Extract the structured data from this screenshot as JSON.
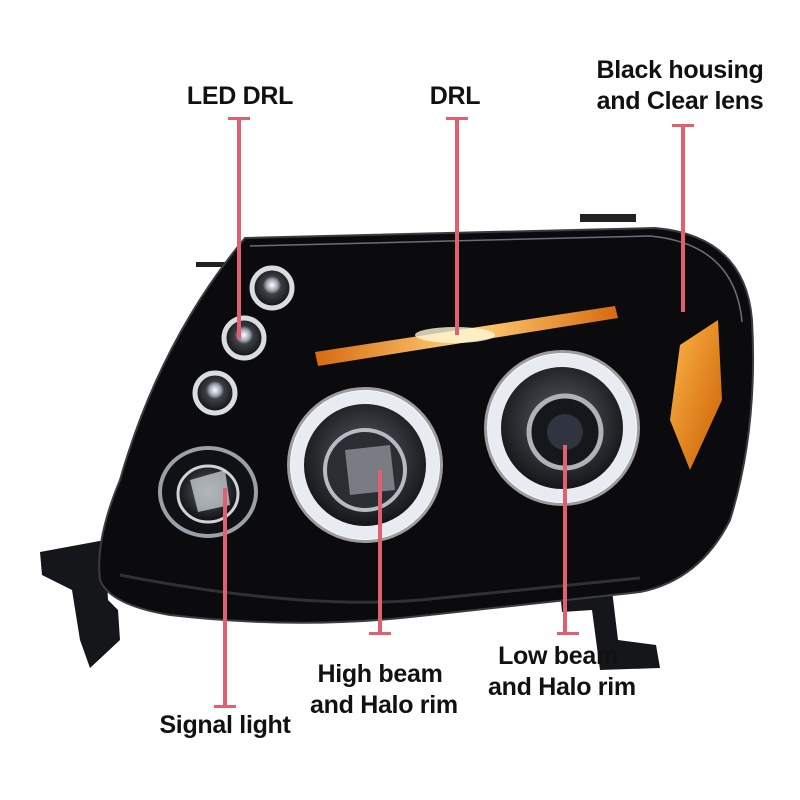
{
  "labels": {
    "led_drl": "LED DRL",
    "drl": "DRL",
    "black_housing": [
      "Black housing",
      "and Clear lens"
    ],
    "signal_light": "Signal light",
    "high_beam": [
      "High beam",
      "and Halo rim"
    ],
    "low_beam": [
      "Low beam",
      "and Halo rim"
    ]
  },
  "colors": {
    "callout": "#e0606f",
    "housing": "#0b0b0d",
    "amber": "#f08a1a",
    "chrome": "#d9dde2"
  }
}
